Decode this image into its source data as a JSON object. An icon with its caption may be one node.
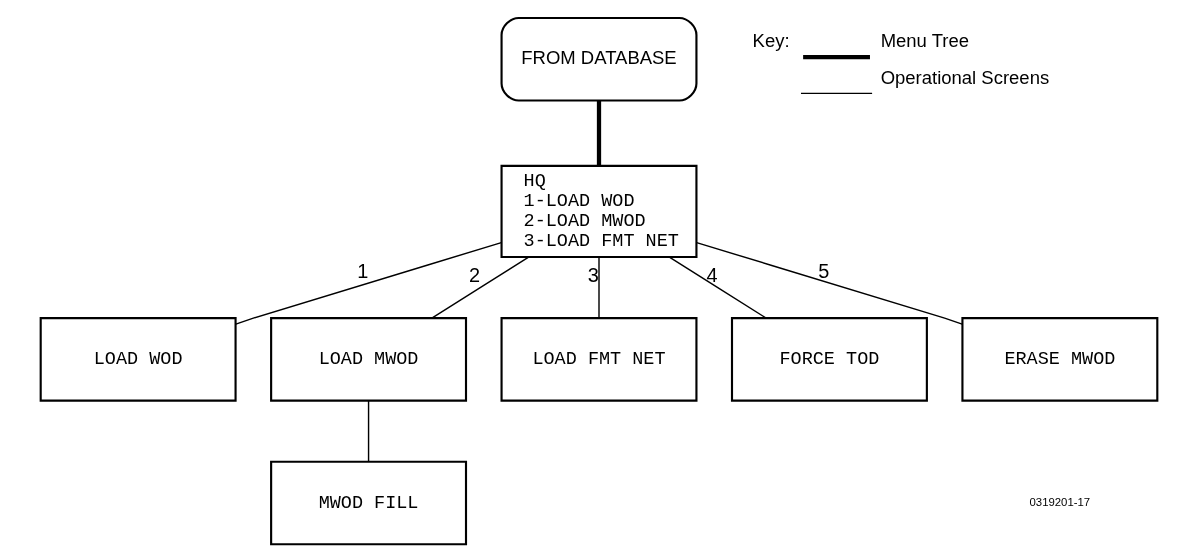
{
  "diagram": {
    "nodes": [
      {
        "text": [
          "FROM DATABASE"
        ]
      },
      {
        "text": [
          "HQ",
          "1-LOAD WOD",
          "2-LOAD MWOD",
          "3-LOAD FMT NET"
        ]
      },
      {
        "text": [
          "LOAD WOD"
        ]
      },
      {
        "text": [
          "LOAD MWOD"
        ]
      },
      {
        "text": [
          "LOAD FMT NET"
        ]
      },
      {
        "text": [
          "FORCE TOD"
        ]
      },
      {
        "text": [
          "ERASE MWOD"
        ]
      },
      {
        "text": [
          "MWOD FILL"
        ]
      }
    ],
    "edges": [
      {
        "from": 0,
        "to": 1,
        "arrow": "none",
        "style": "thick"
      },
      {
        "from": 1,
        "to": 2,
        "arrow": "none",
        "label": "1"
      },
      {
        "from": 1,
        "to": 3,
        "arrow": "none",
        "label": "2"
      },
      {
        "from": 1,
        "to": 4,
        "arrow": "none",
        "label": "3"
      },
      {
        "from": 1,
        "to": 5,
        "arrow": "none",
        "label": "4"
      },
      {
        "from": 1,
        "to": 6,
        "arrow": "none",
        "label": "5"
      },
      {
        "from": 3,
        "to": 7,
        "arrow": "none"
      }
    ],
    "labels": [
      "Key:",
      "0319201-17"
    ],
    "legend": [
      {
        "text": "Menu Tree"
      },
      {
        "text": "Operational Screens"
      }
    ]
  }
}
